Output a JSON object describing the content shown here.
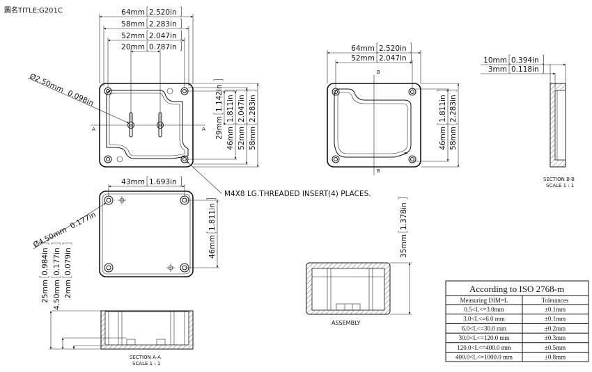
{
  "title": {
    "label": "圖名TITLE:",
    "value": "G201C"
  },
  "dims": {
    "top_w64": {
      "mm": "64mm",
      "in": "2.520in"
    },
    "top_w58": {
      "mm": "58mm",
      "in": "2.283in"
    },
    "top_w52": {
      "mm": "52mm",
      "in": "2.047in"
    },
    "top_w20": {
      "mm": "20mm",
      "in": "0.787in"
    },
    "top_h29": {
      "mm": "29mm",
      "in": "1.142in"
    },
    "top_h46": {
      "mm": "46mm",
      "in": "1.811in"
    },
    "top_h52": {
      "mm": "52mm",
      "in": "2.047in"
    },
    "top_h58": {
      "mm": "58mm",
      "in": "2.283in"
    },
    "right_w64": {
      "mm": "64mm",
      "in": "2.520in"
    },
    "right_w52": {
      "mm": "52mm",
      "in": "2.047in"
    },
    "right_h46": {
      "mm": "46mm",
      "in": "1.811in"
    },
    "right_h58": {
      "mm": "58mm",
      "in": "2.283in"
    },
    "secb_10": {
      "mm": "10mm",
      "in": "0.394in"
    },
    "secb_3": {
      "mm": "3mm",
      "in": "0.118in"
    },
    "bot_w43": {
      "mm": "43mm",
      "in": "1.693in"
    },
    "bot_h46": {
      "mm": "46mm",
      "in": "1.811in"
    },
    "seca_25": {
      "mm": "25mm",
      "in": "0.984in"
    },
    "seca_450": {
      "mm": "4.50mm",
      "in": "0.177in"
    },
    "seca_2": {
      "mm": "2mm",
      "in": "0.079in"
    },
    "asm_35": {
      "mm": "35mm",
      "in": "1.378in"
    }
  },
  "diameters": {
    "hole_small": {
      "mm": "Ø2.50mm",
      "in": "0.098in"
    },
    "hole_large": {
      "mm": "Ø4.50mm",
      "in": "0.177in"
    }
  },
  "notes": {
    "insert": "M4X8 LG.THREADED INSERT(4) PLACES.",
    "section_a": "A",
    "section_b": "B"
  },
  "labels": {
    "section_bb": "SECTION B-B",
    "section_bb_scale": "SCALE 1 : 1",
    "section_aa": "SECTION A-A",
    "section_aa_scale": "SCALE 1 : 1",
    "assembly": "ASSEMBLY"
  },
  "tolerance_table": {
    "title": "According to ISO 2768-m",
    "headers": [
      "Measuring  DIM=L",
      "Tolerances"
    ],
    "rows": [
      [
        "0.5<L<=3.0mm",
        "±0.1mm"
      ],
      [
        "3.0<L<=6.0 mm",
        "±0.1mm"
      ],
      [
        "6.0<L<=30.0 mm",
        "±0.2mm"
      ],
      [
        "30.0<L<=120.0 mm",
        "±0.3mm"
      ],
      [
        "120.0<L<=400.0 mm",
        "±0.5mm"
      ],
      [
        "400.0<L<=1000.0 mm",
        "±0.8mm"
      ]
    ]
  }
}
